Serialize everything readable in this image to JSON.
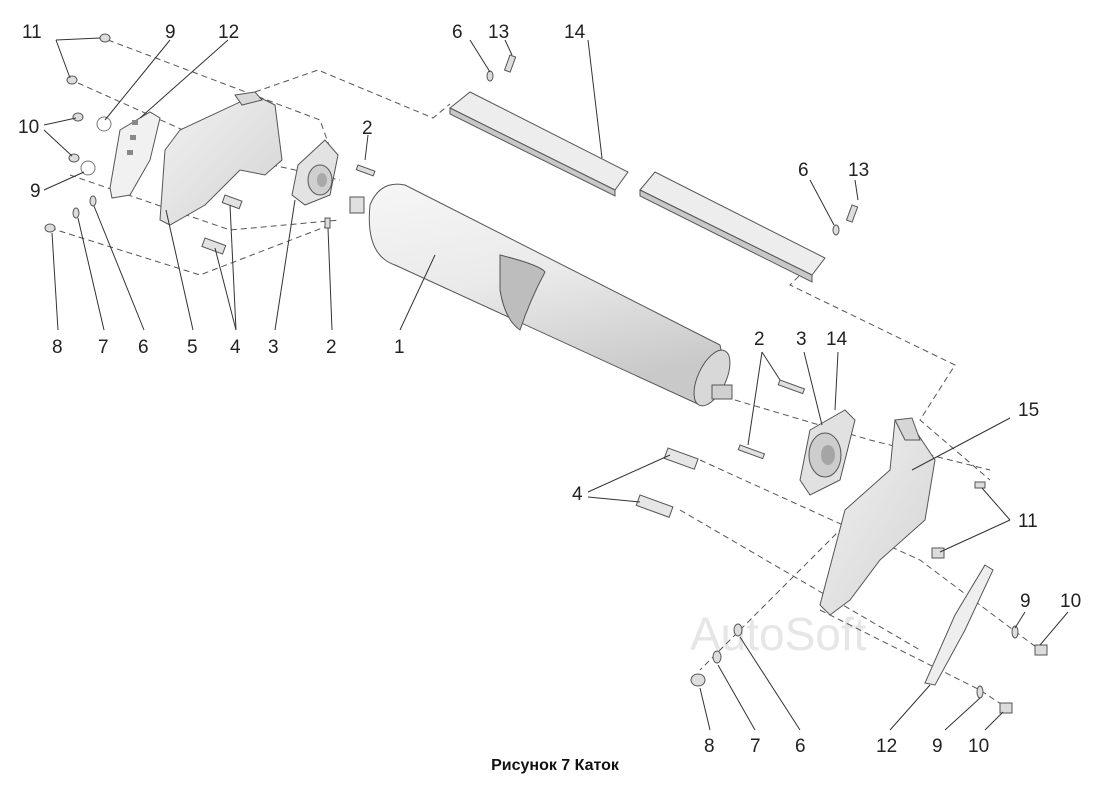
{
  "caption": "Рисунок 7 Каток",
  "watermark": "AutoSoft",
  "labels": {
    "top_left": [
      "11",
      "9",
      "12",
      "10",
      "9"
    ],
    "top_middle": [
      "6",
      "13",
      "14",
      "2"
    ],
    "right_top": [
      "6",
      "13"
    ],
    "bottom_left": [
      "8",
      "7",
      "6",
      "5",
      "4",
      "3",
      "2",
      "1"
    ],
    "middle_right": [
      "2",
      "3",
      "14",
      "15",
      "4",
      "11"
    ],
    "bottom_right": [
      "9",
      "10",
      "8",
      "7",
      "6",
      "12",
      "9",
      "10"
    ]
  },
  "colors": {
    "part_fill": "#ececec",
    "part_shade": "#cfcfcf",
    "line": "#333333"
  }
}
